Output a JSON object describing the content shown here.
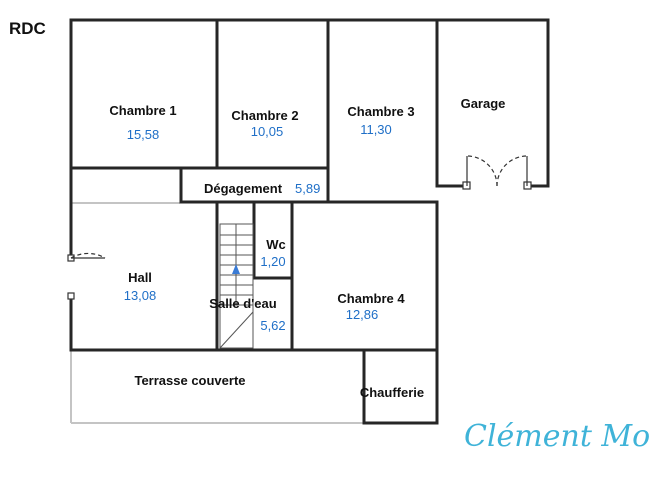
{
  "plan": {
    "level": "RDC",
    "rooms": [
      {
        "key": "chambre1",
        "name": "Chambre 1",
        "area": "15,58"
      },
      {
        "key": "chambre2",
        "name": "Chambre 2",
        "area": "10,05"
      },
      {
        "key": "chambre3",
        "name": "Chambre 3",
        "area": "11,30"
      },
      {
        "key": "garage",
        "name": "Garage",
        "area": ""
      },
      {
        "key": "degagement",
        "name": "Dégagement",
        "area": "5,89"
      },
      {
        "key": "wc",
        "name": "Wc",
        "area": "1,20"
      },
      {
        "key": "hall",
        "name": "Hall",
        "area": "13,08"
      },
      {
        "key": "salle_deau",
        "name": "Salle d'eau",
        "area": "5,62"
      },
      {
        "key": "chambre4",
        "name": "Chambre 4",
        "area": "12,86"
      },
      {
        "key": "terrasse",
        "name": "Terrasse couverte",
        "area": ""
      },
      {
        "key": "chaufferie",
        "name": "Chaufferie",
        "area": ""
      }
    ],
    "signature": "Clément Mouni",
    "colors": {
      "wall": "#262626",
      "light_wall": "#bdbdbd",
      "area_text": "#1f6fc7",
      "signature": "#3fb3d8"
    }
  }
}
